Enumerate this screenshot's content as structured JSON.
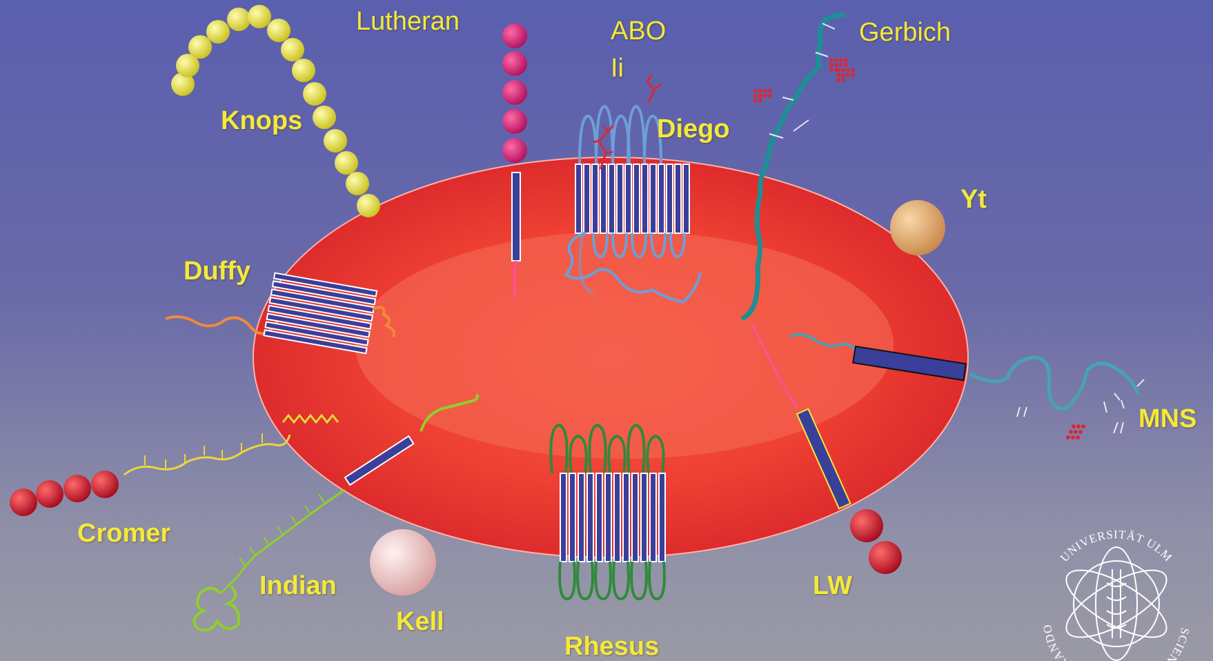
{
  "labels": {
    "lutheran": "Lutheran",
    "abo": "ABO",
    "ii": "Ii",
    "gerbich": "Gerbich",
    "knops": "Knops",
    "diego": "Diego",
    "yt": "Yt",
    "duffy": "Duffy",
    "mns": "MNS",
    "cromer": "Cromer",
    "indian": "Indian",
    "kell": "Kell",
    "lw": "LW",
    "rhesus": "Rhesus"
  },
  "seal": {
    "top_text": "UNIVERSITÄT ULM",
    "left_text": "CURANDO",
    "right_text": "SCIENDO"
  },
  "colors": {
    "label": "#f3e93a",
    "cell": "#e8352e",
    "cell_center": "#f35a46",
    "helix_blue": "#3a3f9a",
    "knops_bead": "#e6e03a",
    "lutheran_bead": "#d41f7a",
    "diego_loop": "#6d9fd8",
    "rhesus_loop": "#2e8a3a",
    "gerbich_chain": "#1d8f95",
    "duffy_chain": "#f08a3a",
    "cromer_bead": "#c8102e",
    "indian_chain": "#8fcf2a",
    "kell_sphere": "#f2c4c4",
    "yt_sphere": "#e6a868",
    "lw_bead": "#d0102a"
  }
}
